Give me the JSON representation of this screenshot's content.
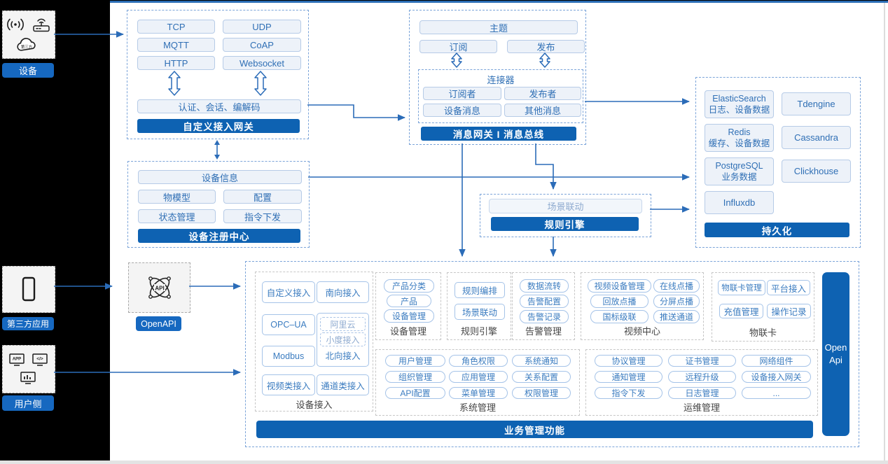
{
  "left_panel": {
    "device_label": "设备",
    "third_party_label": "第三方应用",
    "user_side_label": "用户侧",
    "cloud_icon_text": "第三方",
    "app_icon_text": "APP",
    "code_icon_text": "</>"
  },
  "gateway_box": {
    "protocols": [
      "TCP",
      "UDP",
      "MQTT",
      "CoAP",
      "HTTP",
      "Websocket"
    ],
    "session_row": "认证、会话、编解码",
    "title": "自定义接入网关"
  },
  "registry_box": {
    "device_info": "设备信息",
    "items": [
      "物模型",
      "配置",
      "状态管理",
      "指令下发"
    ],
    "title": "设备注册中心"
  },
  "message_box": {
    "topic": "主题",
    "subscribe": "订阅",
    "publish": "发布",
    "connector_title": "连接器",
    "connector_items": [
      "订阅者",
      "发布者",
      "设备消息",
      "其他消息"
    ],
    "title": "消息网关 I 消息总线"
  },
  "persistence_box": {
    "es_name": "ElasticSearch",
    "es_desc": "日志、设备数据",
    "tdengine": "Tdengine",
    "redis_name": "Redis",
    "redis_desc": "缓存、设备数据",
    "cassandra": "Cassandra",
    "pg_name": "PostgreSQL",
    "pg_desc": "业务数据",
    "clickhouse": "Clickhouse",
    "influxdb": "Influxdb",
    "title": "持久化"
  },
  "rule_box": {
    "scene": "场景联动",
    "title": "规则引擎"
  },
  "openapi": {
    "label": "OpenAPI",
    "icon_text": "API"
  },
  "business_box": {
    "title": "业务管理功能",
    "open_api_bar": "Open Api",
    "device_access": {
      "label": "设备接入",
      "custom": "自定义接入",
      "south": "南向接入",
      "opcua": "OPC–UA",
      "aliyun": "阿里云",
      "xiaodu": "小度接入",
      "north": "北向接入",
      "modbus": "Modbus",
      "video": "视频类接入",
      "channel": "通道类接入"
    },
    "device_mgmt": {
      "label": "设备管理",
      "items": [
        "产品分类",
        "产品",
        "设备管理"
      ]
    },
    "rule_engine": {
      "label": "规则引擎",
      "items": [
        "规则编排",
        "场景联动"
      ]
    },
    "alarm_mgmt": {
      "label": "告警管理",
      "items": [
        "数据流转",
        "告警配置",
        "告警记录"
      ]
    },
    "video_center": {
      "label": "视频中心",
      "items": [
        "视频设备管理",
        "在线点播",
        "回放点播",
        "分屏点播",
        "国标级联",
        "推送通道"
      ]
    },
    "iot_card": {
      "label": "物联卡",
      "items": [
        "物联卡管理",
        "平台接入",
        "充值管理",
        "操作记录"
      ]
    },
    "system_mgmt": {
      "label": "系统管理",
      "items": [
        "用户管理",
        "角色权限",
        "系统通知",
        "组织管理",
        "应用管理",
        "关系配置",
        "API配置",
        "菜单管理",
        "权限管理"
      ]
    },
    "ops_mgmt": {
      "label": "运维管理",
      "items": [
        "协议管理",
        "证书管理",
        "网络组件",
        "通知管理",
        "远程升级",
        "设备接入网关",
        "指令下发",
        "日志管理",
        "..."
      ]
    }
  },
  "colors": {
    "title_bar_blue": "#0e62b2",
    "tag_blue": "#1668c0",
    "pill_text_blue": "#2f6fb5",
    "wire_blue": "#2b6cb8",
    "dashed_blue": "#7ba4d9",
    "top_border_blue": "#2a6db5"
  }
}
